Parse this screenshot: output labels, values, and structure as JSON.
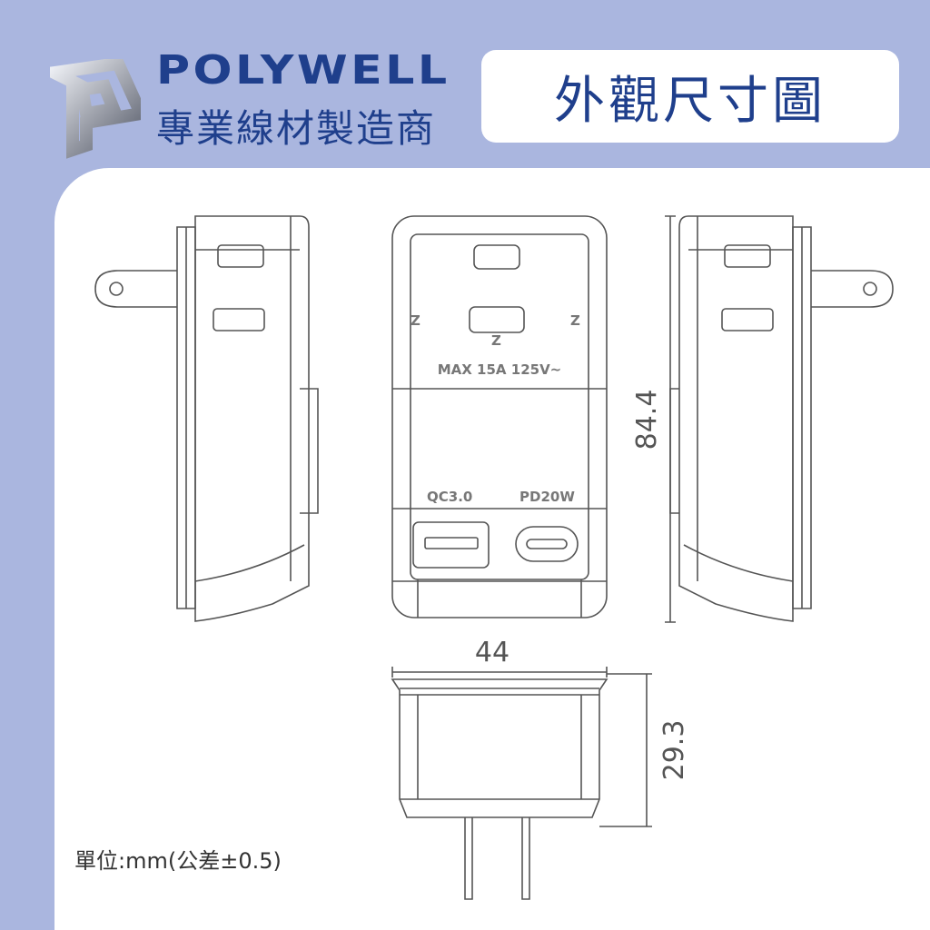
{
  "header": {
    "brand": "POLYWELL",
    "slogan": "專業線材製造商",
    "title": "外觀尺寸圖"
  },
  "diagram": {
    "rating_label": "MAX 15A 125V~",
    "usb_a_label": "QC3.0",
    "usb_c_label": "PD20W",
    "dimensions": {
      "height": "84.4",
      "width": "44",
      "depth": "29.3"
    },
    "unit_note": "單位:mm(公差±0.5)"
  },
  "colors": {
    "background": "#aab6df",
    "brand": "#1f3f8c",
    "line": "#555555"
  }
}
